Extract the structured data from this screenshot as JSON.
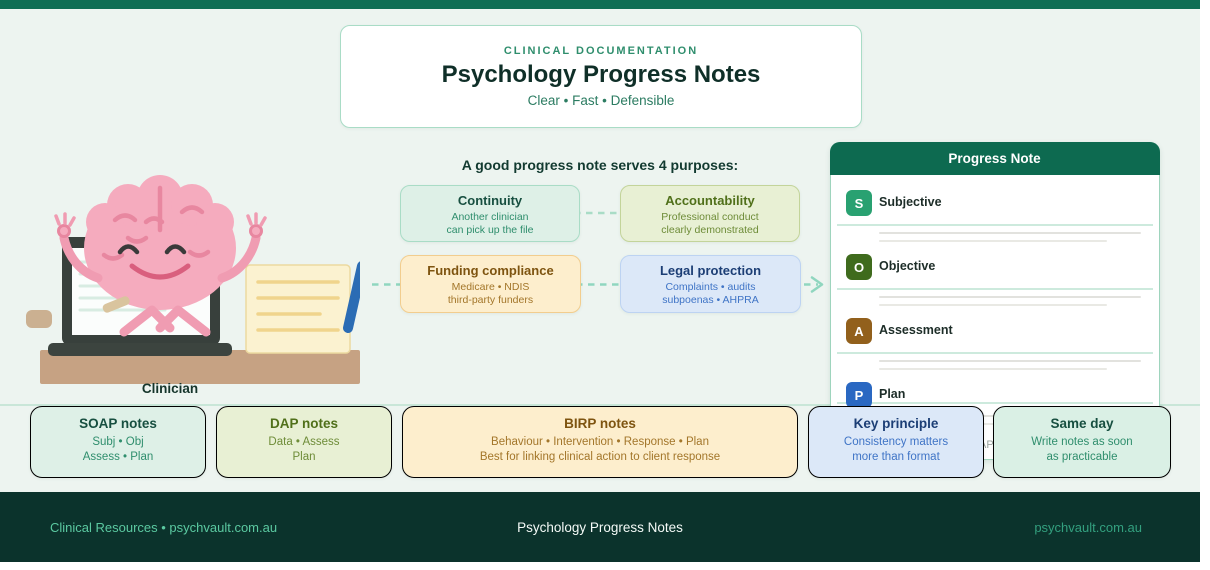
{
  "header": {
    "eyebrow": "CLINICAL DOCUMENTATION",
    "title": "Psychology Progress Notes",
    "tagline": "Clear • Fast • Defensible"
  },
  "clinician": {
    "label": "Clinician"
  },
  "purposes": {
    "heading": "A good progress note serves 4 purposes:",
    "items": [
      {
        "title": "Continuity",
        "line1": "Another clinician",
        "line2": "can pick up the file"
      },
      {
        "title": "Accountability",
        "line1": "Professional conduct",
        "line2": "clearly demonstrated"
      },
      {
        "title": "Funding compliance",
        "line1": "Medicare • NDIS",
        "line2": "third-party funders"
      },
      {
        "title": "Legal protection",
        "line1": "Complaints • audits",
        "line2": "subpoenas • AHPRA"
      }
    ]
  },
  "progress_note": {
    "title": "Progress Note",
    "sections": [
      {
        "letter": "S",
        "label": "Subjective"
      },
      {
        "letter": "O",
        "label": "Objective"
      },
      {
        "letter": "A",
        "label": "Assessment"
      },
      {
        "letter": "P",
        "label": "Plan"
      }
    ],
    "partial_text": "AP"
  },
  "formats": [
    {
      "title": "SOAP notes",
      "lines": [
        "Subj • Obj",
        "Assess • Plan"
      ]
    },
    {
      "title": "DAP notes",
      "lines": [
        "Data • Assess",
        "Plan"
      ]
    },
    {
      "title": "BIRP notes",
      "lines": [
        "Behaviour • Intervention • Response • Plan",
        "Best for linking clinical action to client response"
      ]
    },
    {
      "title": "Key principle",
      "lines": [
        "Consistency matters",
        "more than format"
      ]
    },
    {
      "title": "Same day",
      "lines": [
        "Write notes as soon",
        "as practicable"
      ]
    }
  ],
  "footer": {
    "left": "Clinical Resources • psychvault.com.au",
    "center": "Psychology Progress Notes",
    "right": "psychvault.com.au"
  },
  "icons": {
    "brain_character": "meditating-brain",
    "laptop": "laptop",
    "notepad": "notepad",
    "pen": "pen",
    "flow_arrow": "dashed-arrow-right"
  },
  "colors": {
    "brand_green": "#0d6a50",
    "topbar": "#0f6e54",
    "footer_bg": "#0b332c",
    "page_bg": "#edf4f0",
    "badge_s": "#29a171",
    "badge_o": "#3f6b1d",
    "badge_a": "#92601c",
    "badge_p": "#2a68c2",
    "dashed_line": "#90d6bf"
  }
}
